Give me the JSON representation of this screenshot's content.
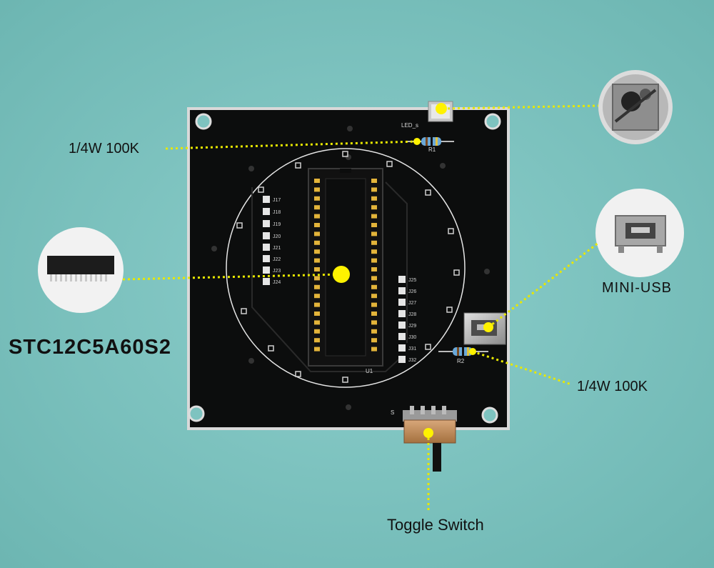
{
  "labels": {
    "resistor_r1": "1/4W 100K",
    "resistor_r2": "1/4W 100K",
    "mini_usb": "MINI-USB",
    "chip": "STC12C5A60S2",
    "toggle_switch": "Toggle Switch"
  },
  "silkscreen": {
    "led": "LED_s",
    "r1": "R1",
    "r2": "R2",
    "u1": "U1",
    "switch": "S",
    "left_pads": [
      "J17",
      "J18",
      "J19",
      "J20",
      "J21",
      "J22",
      "J23",
      "J24"
    ],
    "right_pads": [
      "J25",
      "J26",
      "J27",
      "J28",
      "J29",
      "J30",
      "J31",
      "J32"
    ]
  },
  "colors": {
    "background": "#7ec3c0",
    "board": "#0c0d0d",
    "marker": "#fff200",
    "dotted_line": "#e8e800"
  }
}
